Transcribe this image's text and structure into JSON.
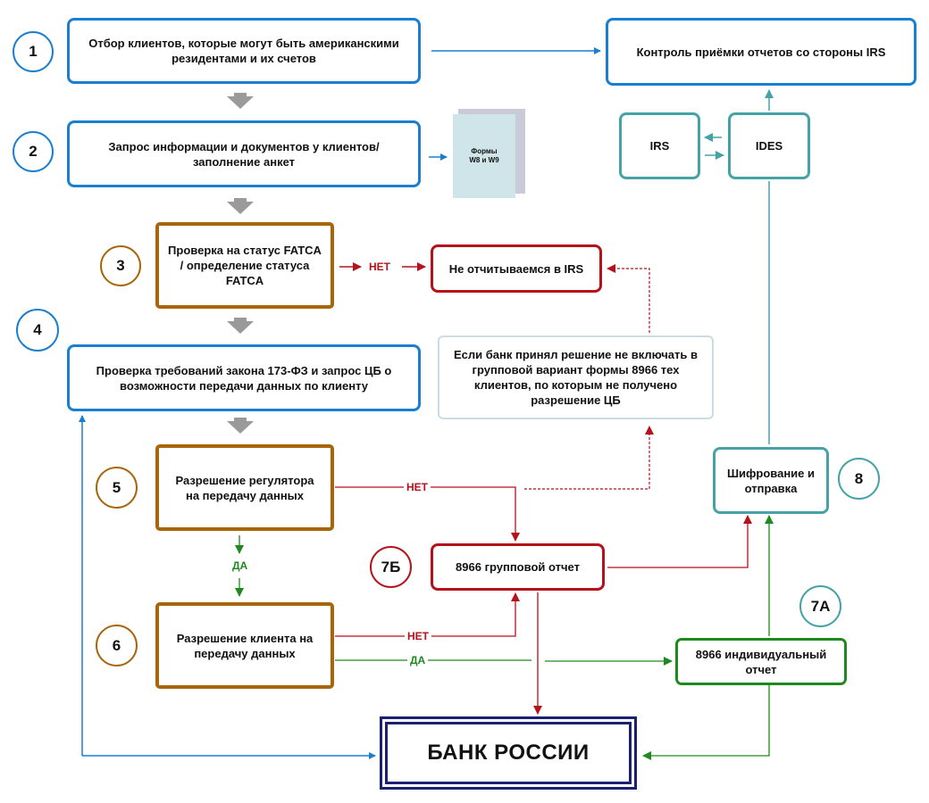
{
  "colors": {
    "blue": "#1a7fd0",
    "brown": "#a8660c",
    "red": "#b5121b",
    "teal": "#45a3a8",
    "green": "#1e8a1e",
    "gray_arrow": "#9a9a9a",
    "navy": "#1c2070",
    "note_border": "#c9dde3",
    "document_fill": "#cfe5e9"
  },
  "steps": [
    {
      "num": "1",
      "text": "Отбор клиентов, которые могут быть американскими резидентами и их счетов"
    },
    {
      "num": "2",
      "text": "Запрос информации и документов у клиентов/ заполнение анкет"
    },
    {
      "num": "3",
      "text": "Проверка на статус FATCA / определение статуса FATCA"
    },
    {
      "num": "4",
      "text": "Проверка требований закона 173-ФЗ и запрос ЦБ о возможности передачи данных по клиенту"
    },
    {
      "num": "5",
      "text": "Разрешение регулятора на передачу данных"
    },
    {
      "num": "6",
      "text": "Разрешение клиента на передачу данных"
    },
    {
      "num": "7Б",
      "text": "8966 групповой отчет"
    },
    {
      "num": "7А",
      "text": "8966 индивидуальный отчет"
    },
    {
      "num": "8",
      "text": "Шифрование и отправка"
    }
  ],
  "irs_control": "Контроль приёмки отчетов со стороны IRS",
  "irs": "IRS",
  "ides": "IDES",
  "forms_doc": "Формы W8 и W9",
  "no_report": "Не отчитываемся в IRS",
  "note": "Если банк принял решение не включать в групповой вариант формы 8966 тех клиентов, по которым не получено разрешение ЦБ",
  "bank": "БАНК РОССИИ",
  "labels": {
    "no": "НЕТ",
    "yes": "ДА"
  }
}
